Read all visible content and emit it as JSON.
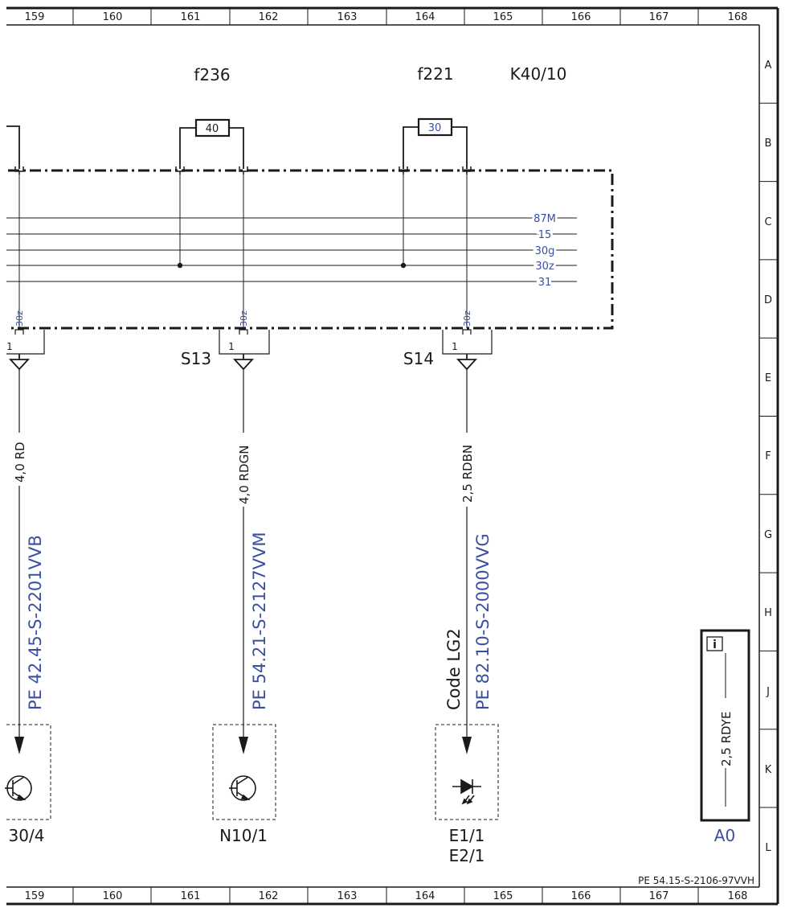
{
  "ruler": {
    "columns": [
      "159",
      "160",
      "161",
      "162",
      "163",
      "164",
      "165",
      "166",
      "167",
      "168"
    ],
    "rows": [
      "A",
      "B",
      "C",
      "D",
      "E",
      "F",
      "G",
      "H",
      "J",
      "K",
      "L"
    ]
  },
  "fuses": {
    "f236": {
      "label": "f236",
      "value": "40"
    },
    "f221": {
      "label": "f221",
      "value": "30"
    }
  },
  "module": {
    "label": "K40/10"
  },
  "bus_lines": [
    "87M",
    "15",
    "30g",
    "30z",
    "31"
  ],
  "pins": {
    "p30z_a": "30z",
    "p30z_b": "30z",
    "p30z_c": "30z",
    "c1_a": "1",
    "c1_b": "1",
    "c1_c": "1"
  },
  "connectors": {
    "s13": "S13",
    "s14": "S14"
  },
  "wires": {
    "left": "4,0 RD",
    "middle": "4,0 RDGN",
    "right": "2,5 RDBN",
    "info": "2,5 RDYE"
  },
  "references": {
    "left": "PE 42.45-S-2201VVB",
    "middle": "PE 54.21-S-2127VVM",
    "right": "PE 82.10-S-2000VVG"
  },
  "code_note": "Code LG2",
  "components": {
    "left": "30/4",
    "middle": "N10/1",
    "right_1": "E1/1",
    "right_2": "E2/1",
    "info": "A0"
  },
  "info_icon_glyph": "i",
  "footer_ref": "PE 54.15-S-2106-97VVH",
  "colors": {
    "line": "#1a1a1a",
    "accent_blue": "#3b4fa0"
  }
}
